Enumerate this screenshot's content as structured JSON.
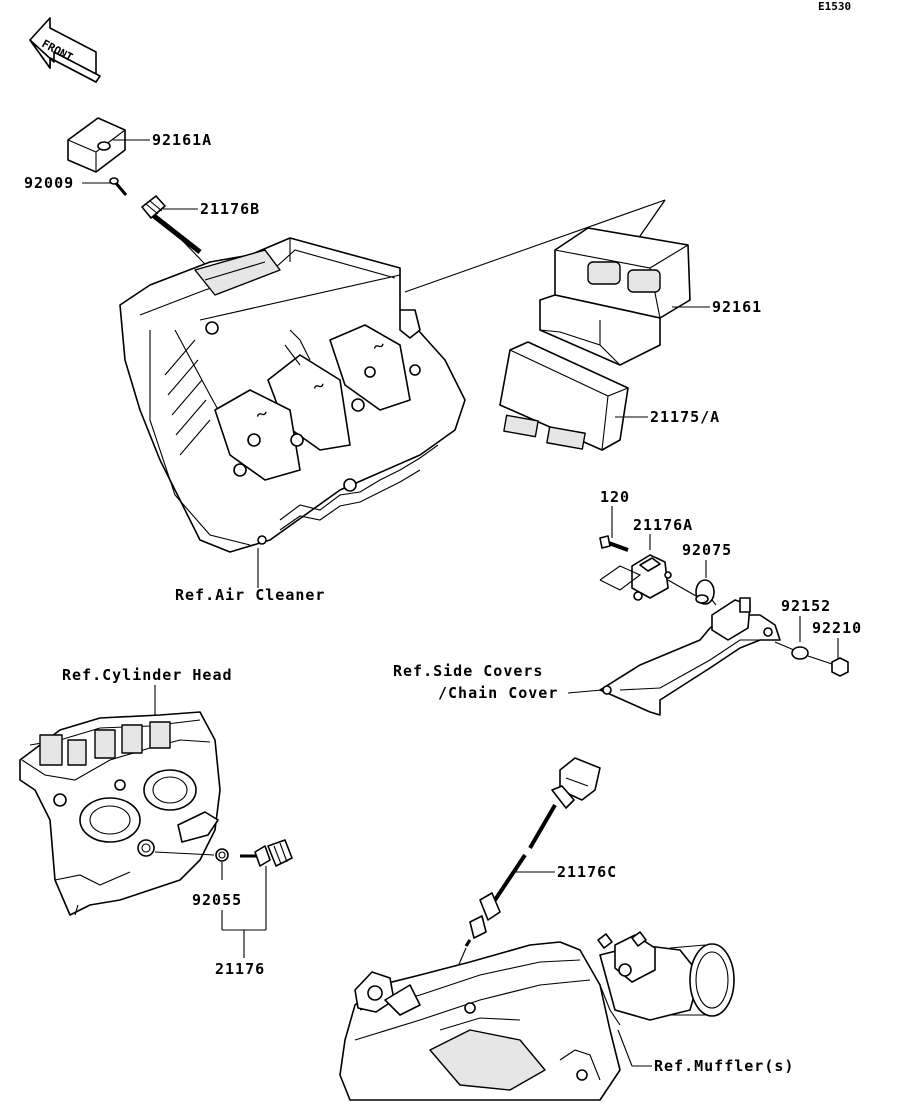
{
  "diagram_code": "E1530",
  "front_arrow_label": "FRONT",
  "callouts": {
    "p92161A": "92161A",
    "p92009": "92009",
    "p21176B": "21176B",
    "p92161": "92161",
    "p21175A": "21175/A",
    "p120": "120",
    "p21176A": "21176A",
    "p92075": "92075",
    "p92152": "92152",
    "p92210": "92210",
    "p21176C": "21176C",
    "p92055": "92055",
    "p21176": "21176"
  },
  "references": {
    "air_cleaner": "Ref.Air Cleaner",
    "cylinder_head": "Ref.Cylinder Head",
    "side_covers_line1": "Ref.Side Covers",
    "side_covers_line2": "/Chain Cover",
    "muffler": "Ref.Muffler(s)"
  },
  "colors": {
    "line": "#000000",
    "background": "#ffffff",
    "shade": "#e6e6e6"
  }
}
